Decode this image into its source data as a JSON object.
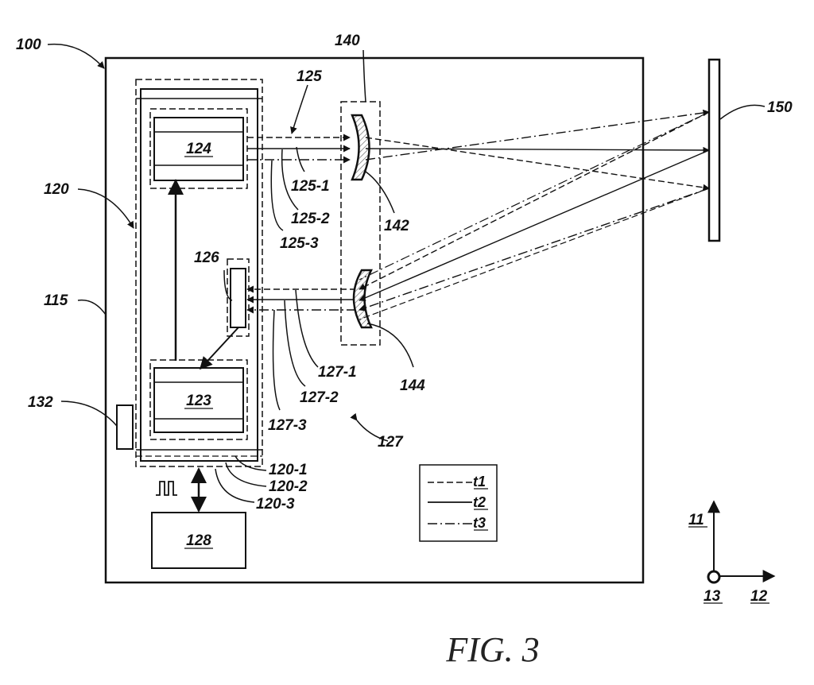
{
  "figure": {
    "caption": "FIG. 3",
    "labels": {
      "l100": "100",
      "l115": "115",
      "l120": "120",
      "l120_1": "120-1",
      "l120_2": "120-2",
      "l120_3": "120-3",
      "l123": "123",
      "l124": "124",
      "l125": "125",
      "l125_1": "125-1",
      "l125_2": "125-2",
      "l125_3": "125-3",
      "l126": "126",
      "l127": "127",
      "l127_1": "127-1",
      "l127_2": "127-2",
      "l127_3": "127-3",
      "l128": "128",
      "l132": "132",
      "l140": "140",
      "l142": "142",
      "l144": "144",
      "l150": "150"
    },
    "legend": {
      "t1": "t1",
      "t2": "t2",
      "t3": "t3"
    },
    "axes": {
      "a11": "11",
      "a12": "12",
      "a13": "13"
    }
  }
}
